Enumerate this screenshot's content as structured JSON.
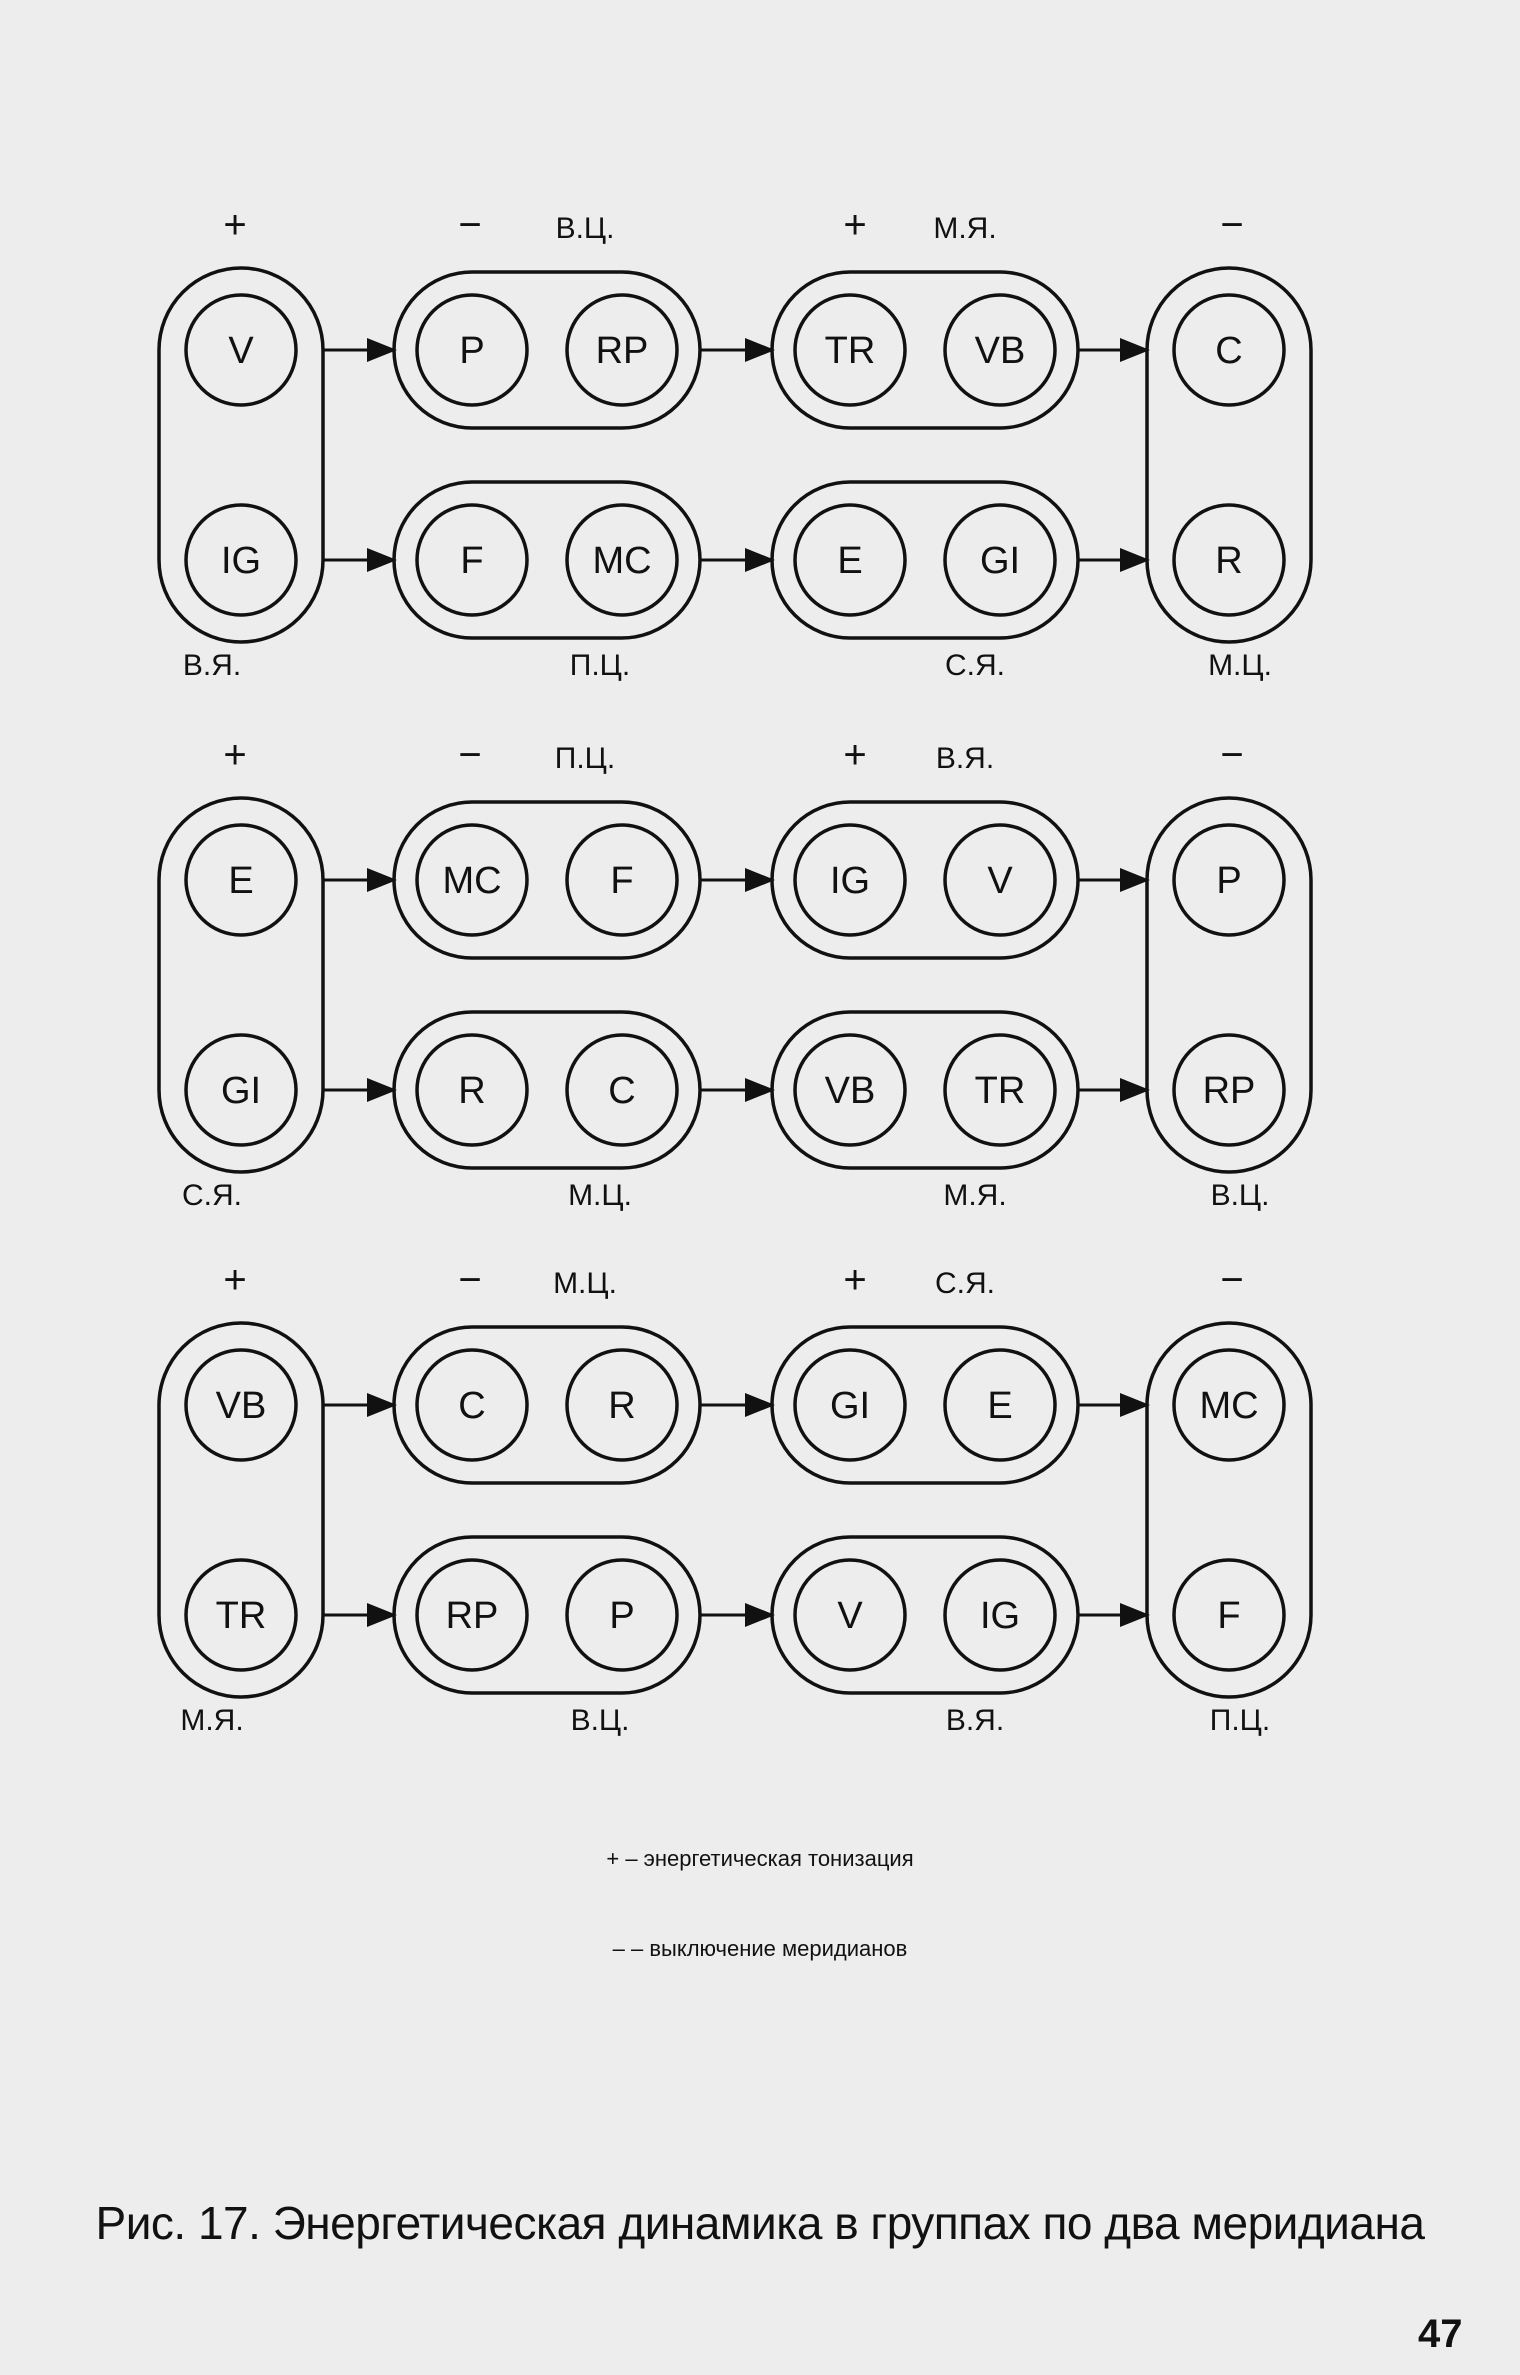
{
  "groups": [
    {
      "top_signs": [
        "+",
        "−",
        "+",
        "−"
      ],
      "top_labels": [
        "",
        "В.Ц.",
        "М.Я.",
        ""
      ],
      "bottom_labels": [
        "В.Я.",
        "П.Ц.",
        "С.Я.",
        "М.Ц."
      ],
      "columns": [
        [
          "V",
          "IG"
        ],
        [
          [
            "P",
            "RP"
          ],
          [
            "F",
            "MC"
          ]
        ],
        [
          [
            "TR",
            "VB"
          ],
          [
            "E",
            "GI"
          ]
        ],
        [
          "C",
          "R"
        ]
      ]
    },
    {
      "top_signs": [
        "+",
        "−",
        "+",
        "−"
      ],
      "top_labels": [
        "",
        "П.Ц.",
        "В.Я.",
        ""
      ],
      "bottom_labels": [
        "С.Я.",
        "М.Ц.",
        "М.Я.",
        "В.Ц."
      ],
      "columns": [
        [
          "E",
          "GI"
        ],
        [
          [
            "MC",
            "F"
          ],
          [
            "R",
            "C"
          ]
        ],
        [
          [
            "IG",
            "V"
          ],
          [
            "VB",
            "TR"
          ]
        ],
        [
          "P",
          "RP"
        ]
      ]
    },
    {
      "top_signs": [
        "+",
        "−",
        "+",
        "−"
      ],
      "top_labels": [
        "",
        "М.Ц.",
        "С.Я.",
        ""
      ],
      "bottom_labels": [
        "М.Я.",
        "В.Ц.",
        "В.Я.",
        "П.Ц."
      ],
      "columns": [
        [
          "VB",
          "TR"
        ],
        [
          [
            "C",
            "R"
          ],
          [
            "RP",
            "P"
          ]
        ],
        [
          [
            "GI",
            "E"
          ],
          [
            "V",
            "IG"
          ]
        ],
        [
          "MC",
          "F"
        ]
      ]
    }
  ],
  "legend": {
    "plus": "+ – энергетическая тонизация",
    "minus": "– – выключение меридианов"
  },
  "caption": "Рис. 17. Энергетическая динамика в группах по два меридиана",
  "page_number": "47"
}
